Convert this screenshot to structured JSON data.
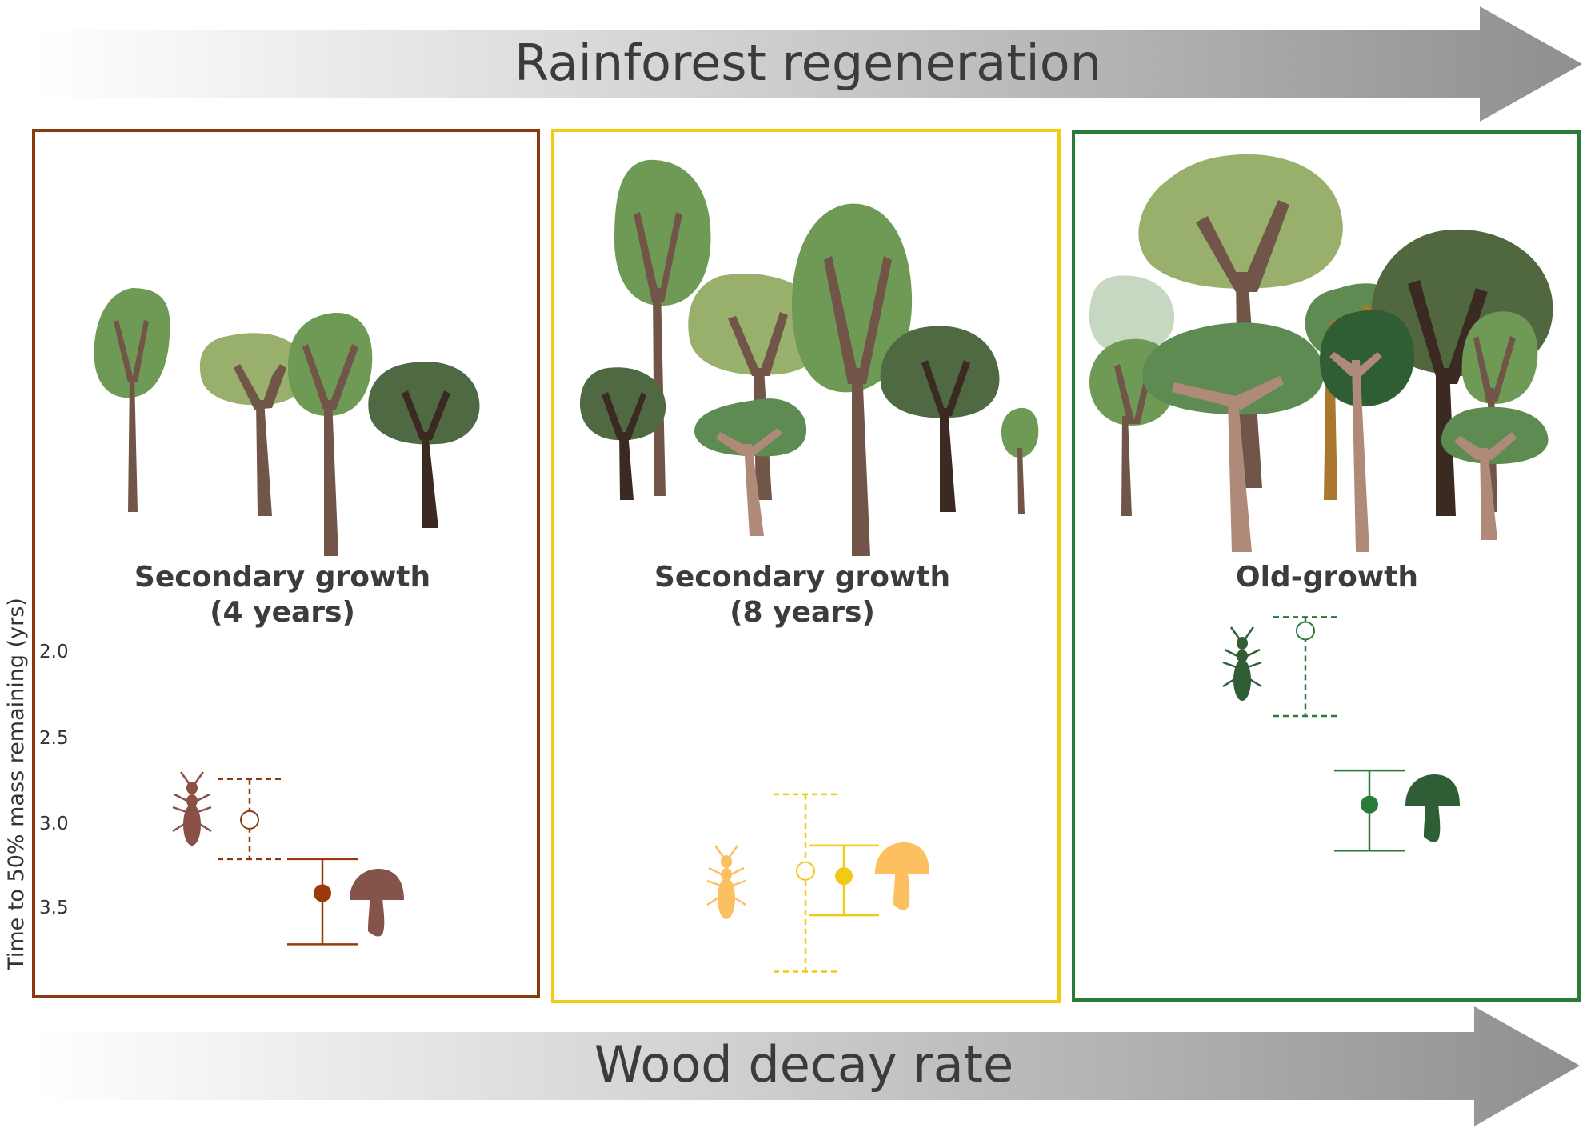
{
  "top_arrow": {
    "label": "Rainforest regeneration"
  },
  "bottom_arrow": {
    "label": "Wood decay rate"
  },
  "y_axis": {
    "title": "Time to 50% mass remaining (yrs)",
    "ticks": [
      "2.0",
      "2.5",
      "3.0",
      "3.5"
    ],
    "tick_values": [
      2.0,
      2.5,
      3.0,
      3.5
    ],
    "inverted": true
  },
  "panels": [
    {
      "title_line1": "Secondary growth",
      "title_line2": "(4 years)",
      "border_color": "#8B3A10",
      "termite": {
        "mean": 2.99,
        "low": 2.75,
        "high": 3.22,
        "color": "#8B3A10",
        "icon_color": "#8A5046"
      },
      "fungi": {
        "mean": 3.42,
        "low": 3.22,
        "high": 3.72,
        "color": "#9A3A0A",
        "icon_color": "#84534A"
      }
    },
    {
      "title_line1": "Secondary growth",
      "title_line2": "(8 years)",
      "border_color": "#F2CA14",
      "termite": {
        "mean": 3.29,
        "low": 2.84,
        "high": 3.88,
        "color": "#F2CA14",
        "icon_color": "#FDC060"
      },
      "fungi": {
        "mean": 3.32,
        "low": 3.14,
        "high": 3.55,
        "color": "#F2CA14",
        "icon_color": "#FDC060"
      }
    },
    {
      "title_line1": "Old-growth",
      "title_line2": "",
      "border_color": "#2A7A3A",
      "termite": {
        "mean": 1.88,
        "low": 1.8,
        "high": 2.38,
        "color": "#2A7A3A",
        "icon_color": "#2F5E34"
      },
      "fungi": {
        "mean": 2.9,
        "low": 2.7,
        "high": 3.17,
        "color": "#2A7A3A",
        "icon_color": "#2F5E34"
      }
    }
  ]
}
